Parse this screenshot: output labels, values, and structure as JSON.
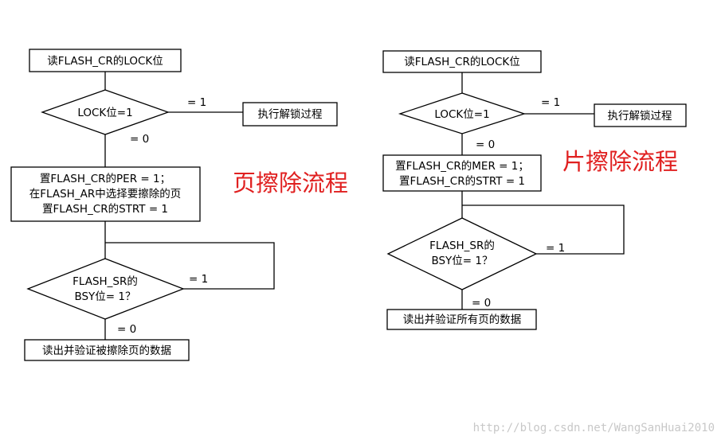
{
  "left_flow": {
    "title": "页擦除流程",
    "read_lock": "读FLASH_CR的LOCK位",
    "lock_decision": "LOCK位=1",
    "lock_yes_label": "= 1",
    "lock_no_label": "= 0",
    "unlock": "执行解锁过程",
    "set_per": [
      "置FLASH_CR的PER = 1；",
      "在FLASH_AR中选择要擦除的页",
      "置FLASH_CR的STRT = 1"
    ],
    "bsy_decision": [
      "FLASH_SR的",
      "BSY位= 1？"
    ],
    "bsy_yes_label": "= 1",
    "bsy_no_label": "= 0",
    "verify": "读出并验证被擦除页的数据"
  },
  "right_flow": {
    "title": "片擦除流程",
    "read_lock": "读FLASH_CR的LOCK位",
    "lock_decision": "LOCK位=1",
    "lock_yes_label": "= 1",
    "lock_no_label": "= 0",
    "unlock": "执行解锁过程",
    "set_mer": [
      "置FLASH_CR的MER = 1；",
      "置FLASH_CR的STRT = 1"
    ],
    "bsy_decision": [
      "FLASH_SR的",
      "BSY位= 1？"
    ],
    "bsy_yes_label": "= 1",
    "bsy_no_label": "= 0",
    "verify": "读出并验证所有页的数据"
  },
  "watermark": "http://blog.csdn.net/WangSanHuai2010",
  "colors": {
    "title": "#e02020",
    "watermark": "#c8c8c8",
    "line": "#000000"
  }
}
